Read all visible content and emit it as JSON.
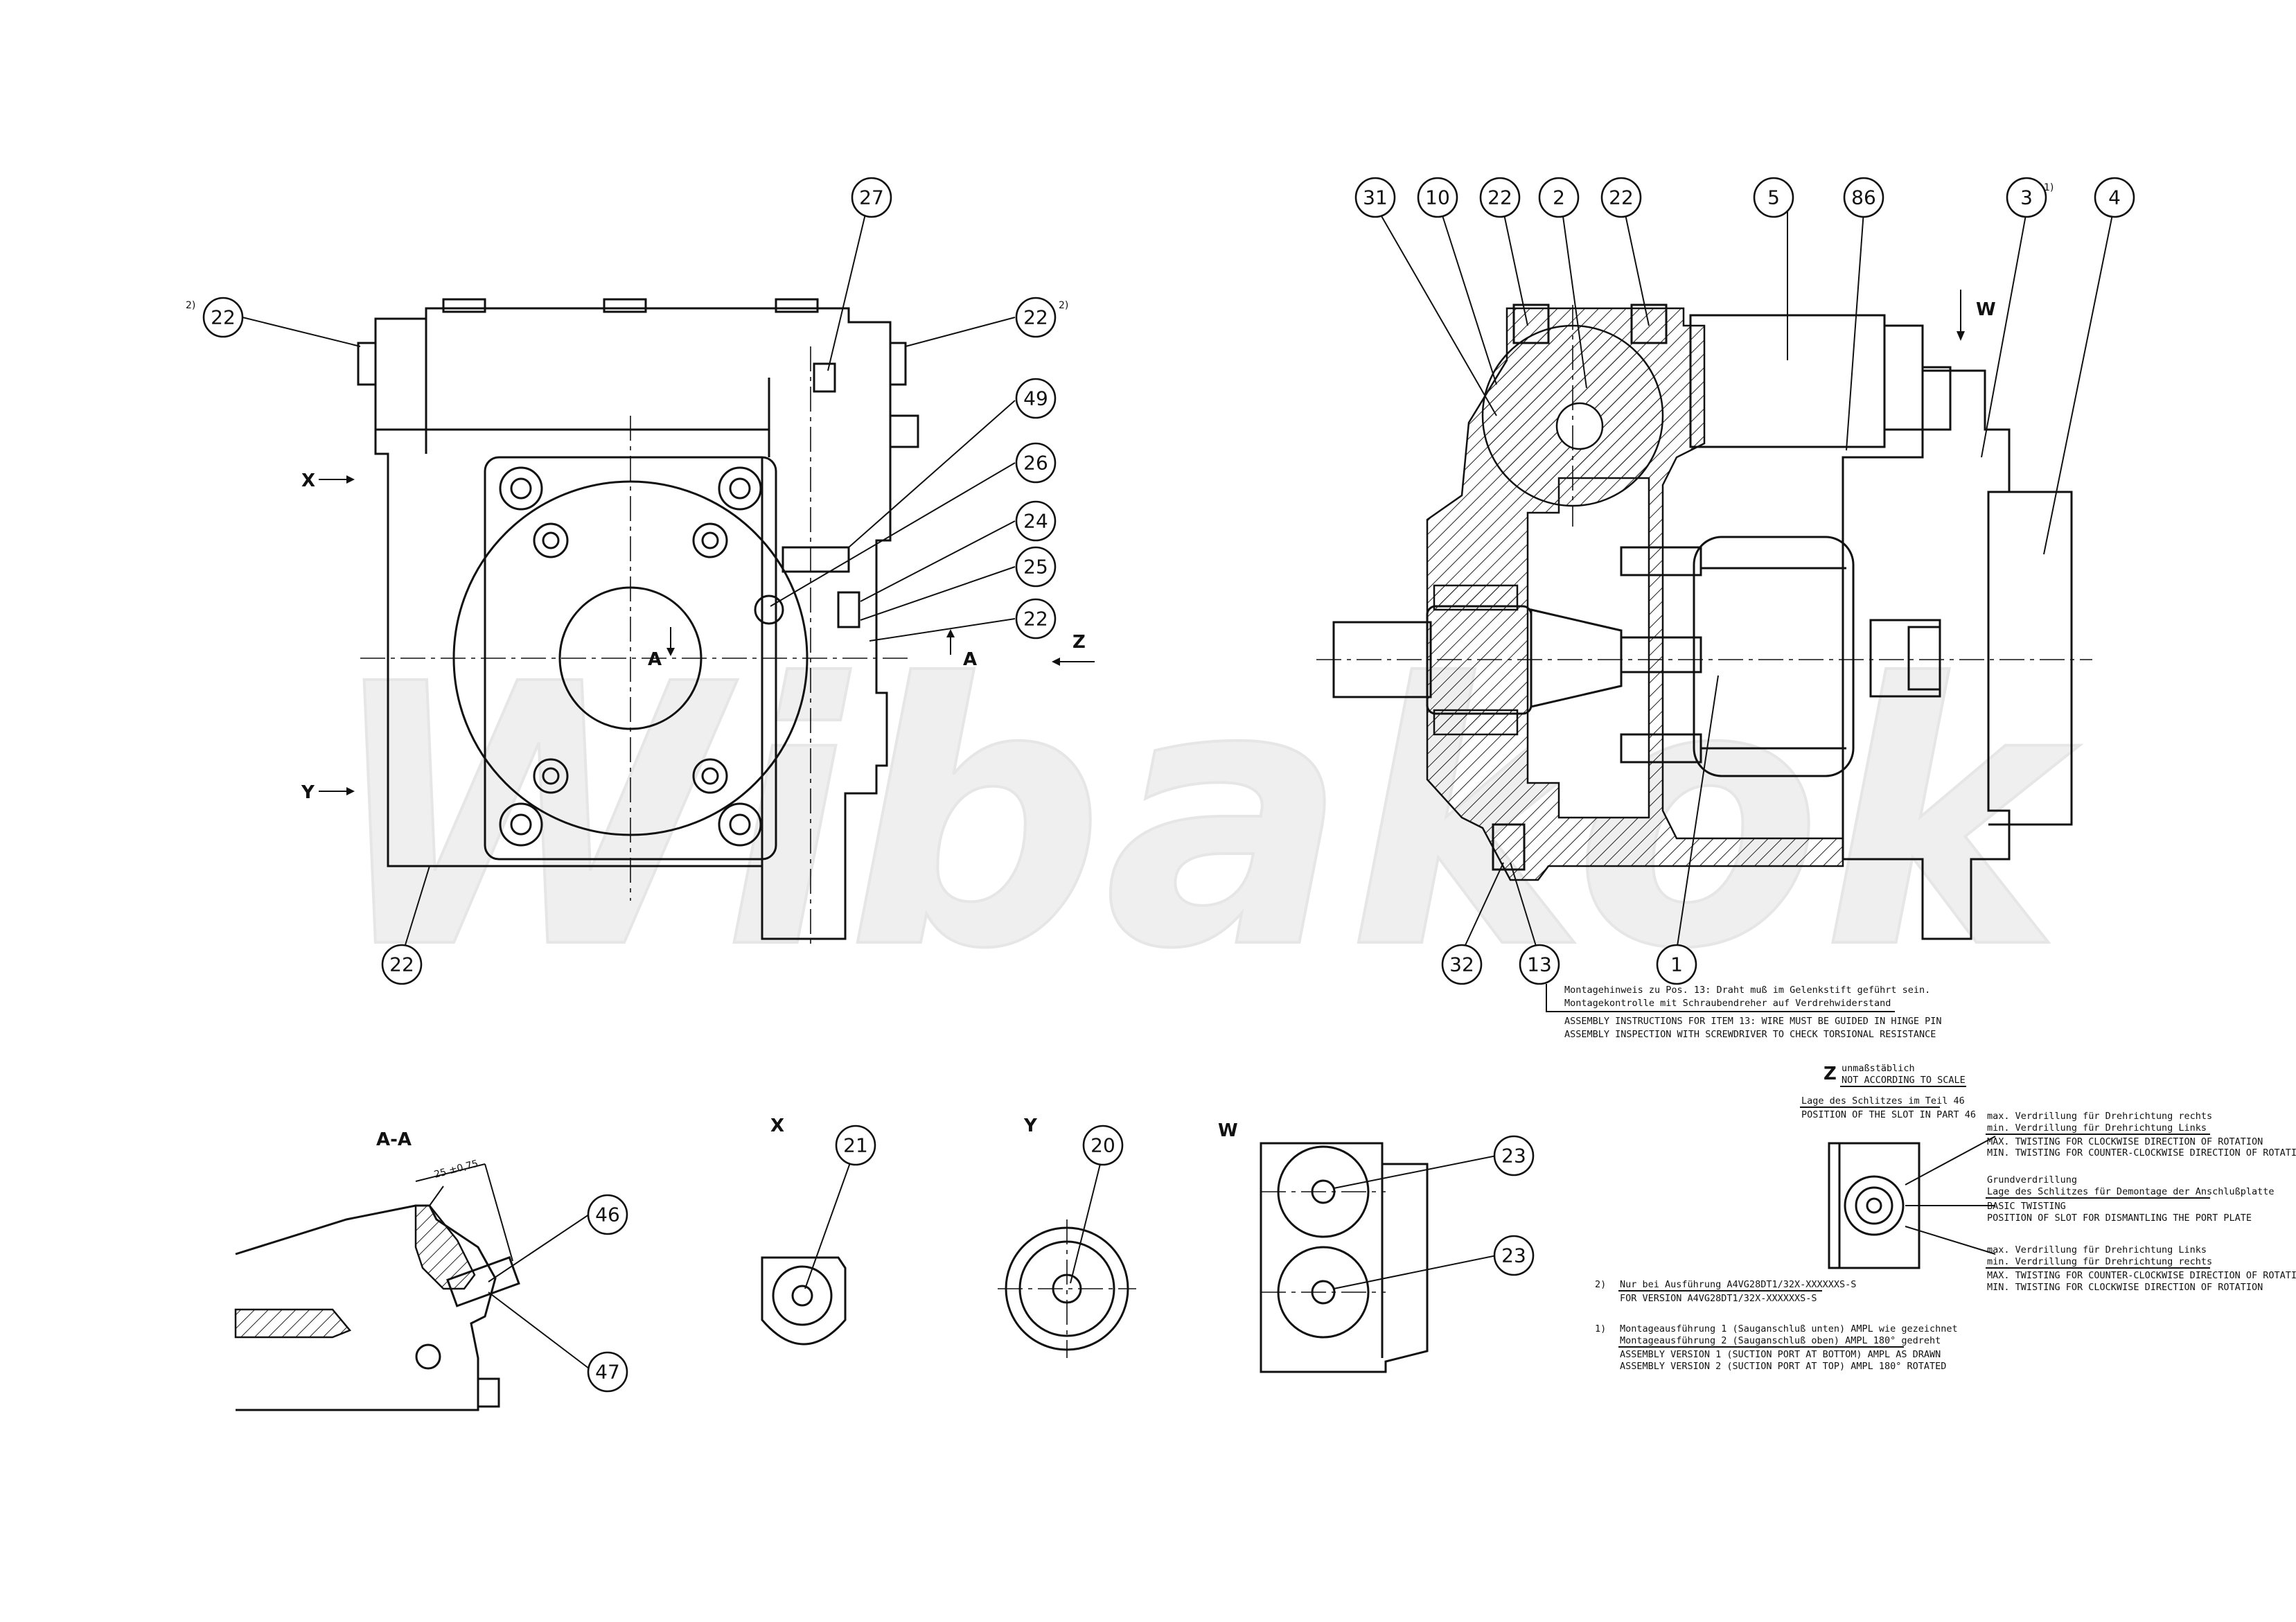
{
  "watermark": "Wibakok",
  "views": {
    "section_aa": "A-A",
    "view_x": "X",
    "view_y": "Y",
    "view_w": "W",
    "view_z": "Z"
  },
  "direction_markers": {
    "x": "X",
    "y": "Y",
    "z": "Z",
    "w": "W",
    "a_left": "A",
    "a_right": "A"
  },
  "footnote_marks": {
    "one": "1)",
    "two": "2)"
  },
  "bubbles_left": {
    "p22_top_left": "22",
    "p22_top_right": "22",
    "p27": "27",
    "p49": "49",
    "p26": "26",
    "p24": "24",
    "p25": "25",
    "p22_right": "22",
    "p22_bottom": "22"
  },
  "bubbles_right": {
    "p31": "31",
    "p10": "10",
    "p22_a": "22",
    "p2": "2",
    "p22_b": "22",
    "p5": "5",
    "p86": "86",
    "p3": "3",
    "p4": "4",
    "p32": "32",
    "p13": "13",
    "p1": "1"
  },
  "bubbles_lower": {
    "p46": "46",
    "p47": "47",
    "p21": "21",
    "p20": "20",
    "p23_top": "23",
    "p23_bottom": "23"
  },
  "dimension_aa": "25 ±0,75",
  "notes": {
    "assembly_de_1": "Montagehinweis zu Pos. 13: Draht muß im Gelenkstift geführt sein.",
    "assembly_de_2": "Montagekontrolle mit Schraubendreher auf Verdrehwiderstand",
    "assembly_en_1": "ASSEMBLY INSTRUCTIONS FOR ITEM 13: WIRE MUST BE GUIDED IN HINGE PIN",
    "assembly_en_2": "ASSEMBLY INSPECTION WITH SCREWDRIVER TO CHECK TORSIONAL RESISTANCE",
    "z_de": "unmaßstäblich",
    "z_en": "NOT ACCORDING TO SCALE",
    "slot_de": "Lage des Schlitzes im Teil 46",
    "slot_en": "POSITION OF THE SLOT IN PART 46",
    "twist_top_de_1": "max. Verdrillung für Drehrichtung rechts",
    "twist_top_de_2": "min. Verdrillung für Drehrichtung Links",
    "twist_top_en_1": "MAX. TWISTING FOR CLOCKWISE DIRECTION OF ROTATION",
    "twist_top_en_2": "MIN. TWISTING FOR COUNTER-CLOCKWISE DIRECTION OF ROTATION",
    "basic_de_1": "Grundverdrillung",
    "basic_de_2": "Lage des Schlitzes für Demontage der Anschlußplatte",
    "basic_en_1": "BASIC TWISTING",
    "basic_en_2": "POSITION OF SLOT FOR DISMANTLING THE PORT PLATE",
    "twist_bot_de_1": "max. Verdrillung für Drehrichtung Links",
    "twist_bot_de_2": "min. Verdrillung für Drehrichtung rechts",
    "twist_bot_en_1": "MAX. TWISTING FOR COUNTER-CLOCKWISE DIRECTION OF ROTATION",
    "twist_bot_en_2": "MIN. TWISTING FOR CLOCKWISE DIRECTION OF ROTATION",
    "fn2_de": "Nur bei Ausführung A4VG28DT1/32X-XXXXXXS-S",
    "fn2_en": "FOR VERSION A4VG28DT1/32X-XXXXXXS-S",
    "fn1_de_1": "Montageausführung 1 (Sauganschluß unten) AMPL wie gezeichnet",
    "fn1_de_2": "Montageausführung 2 (Sauganschluß oben) AMPL 180° gedreht",
    "fn1_en_1": "ASSEMBLY VERSION 1 (SUCTION PORT AT BOTTOM) AMPL AS DRAWN",
    "fn1_en_2": "ASSEMBLY VERSION 2 (SUCTION PORT AT TOP) AMPL 180° ROTATED"
  }
}
